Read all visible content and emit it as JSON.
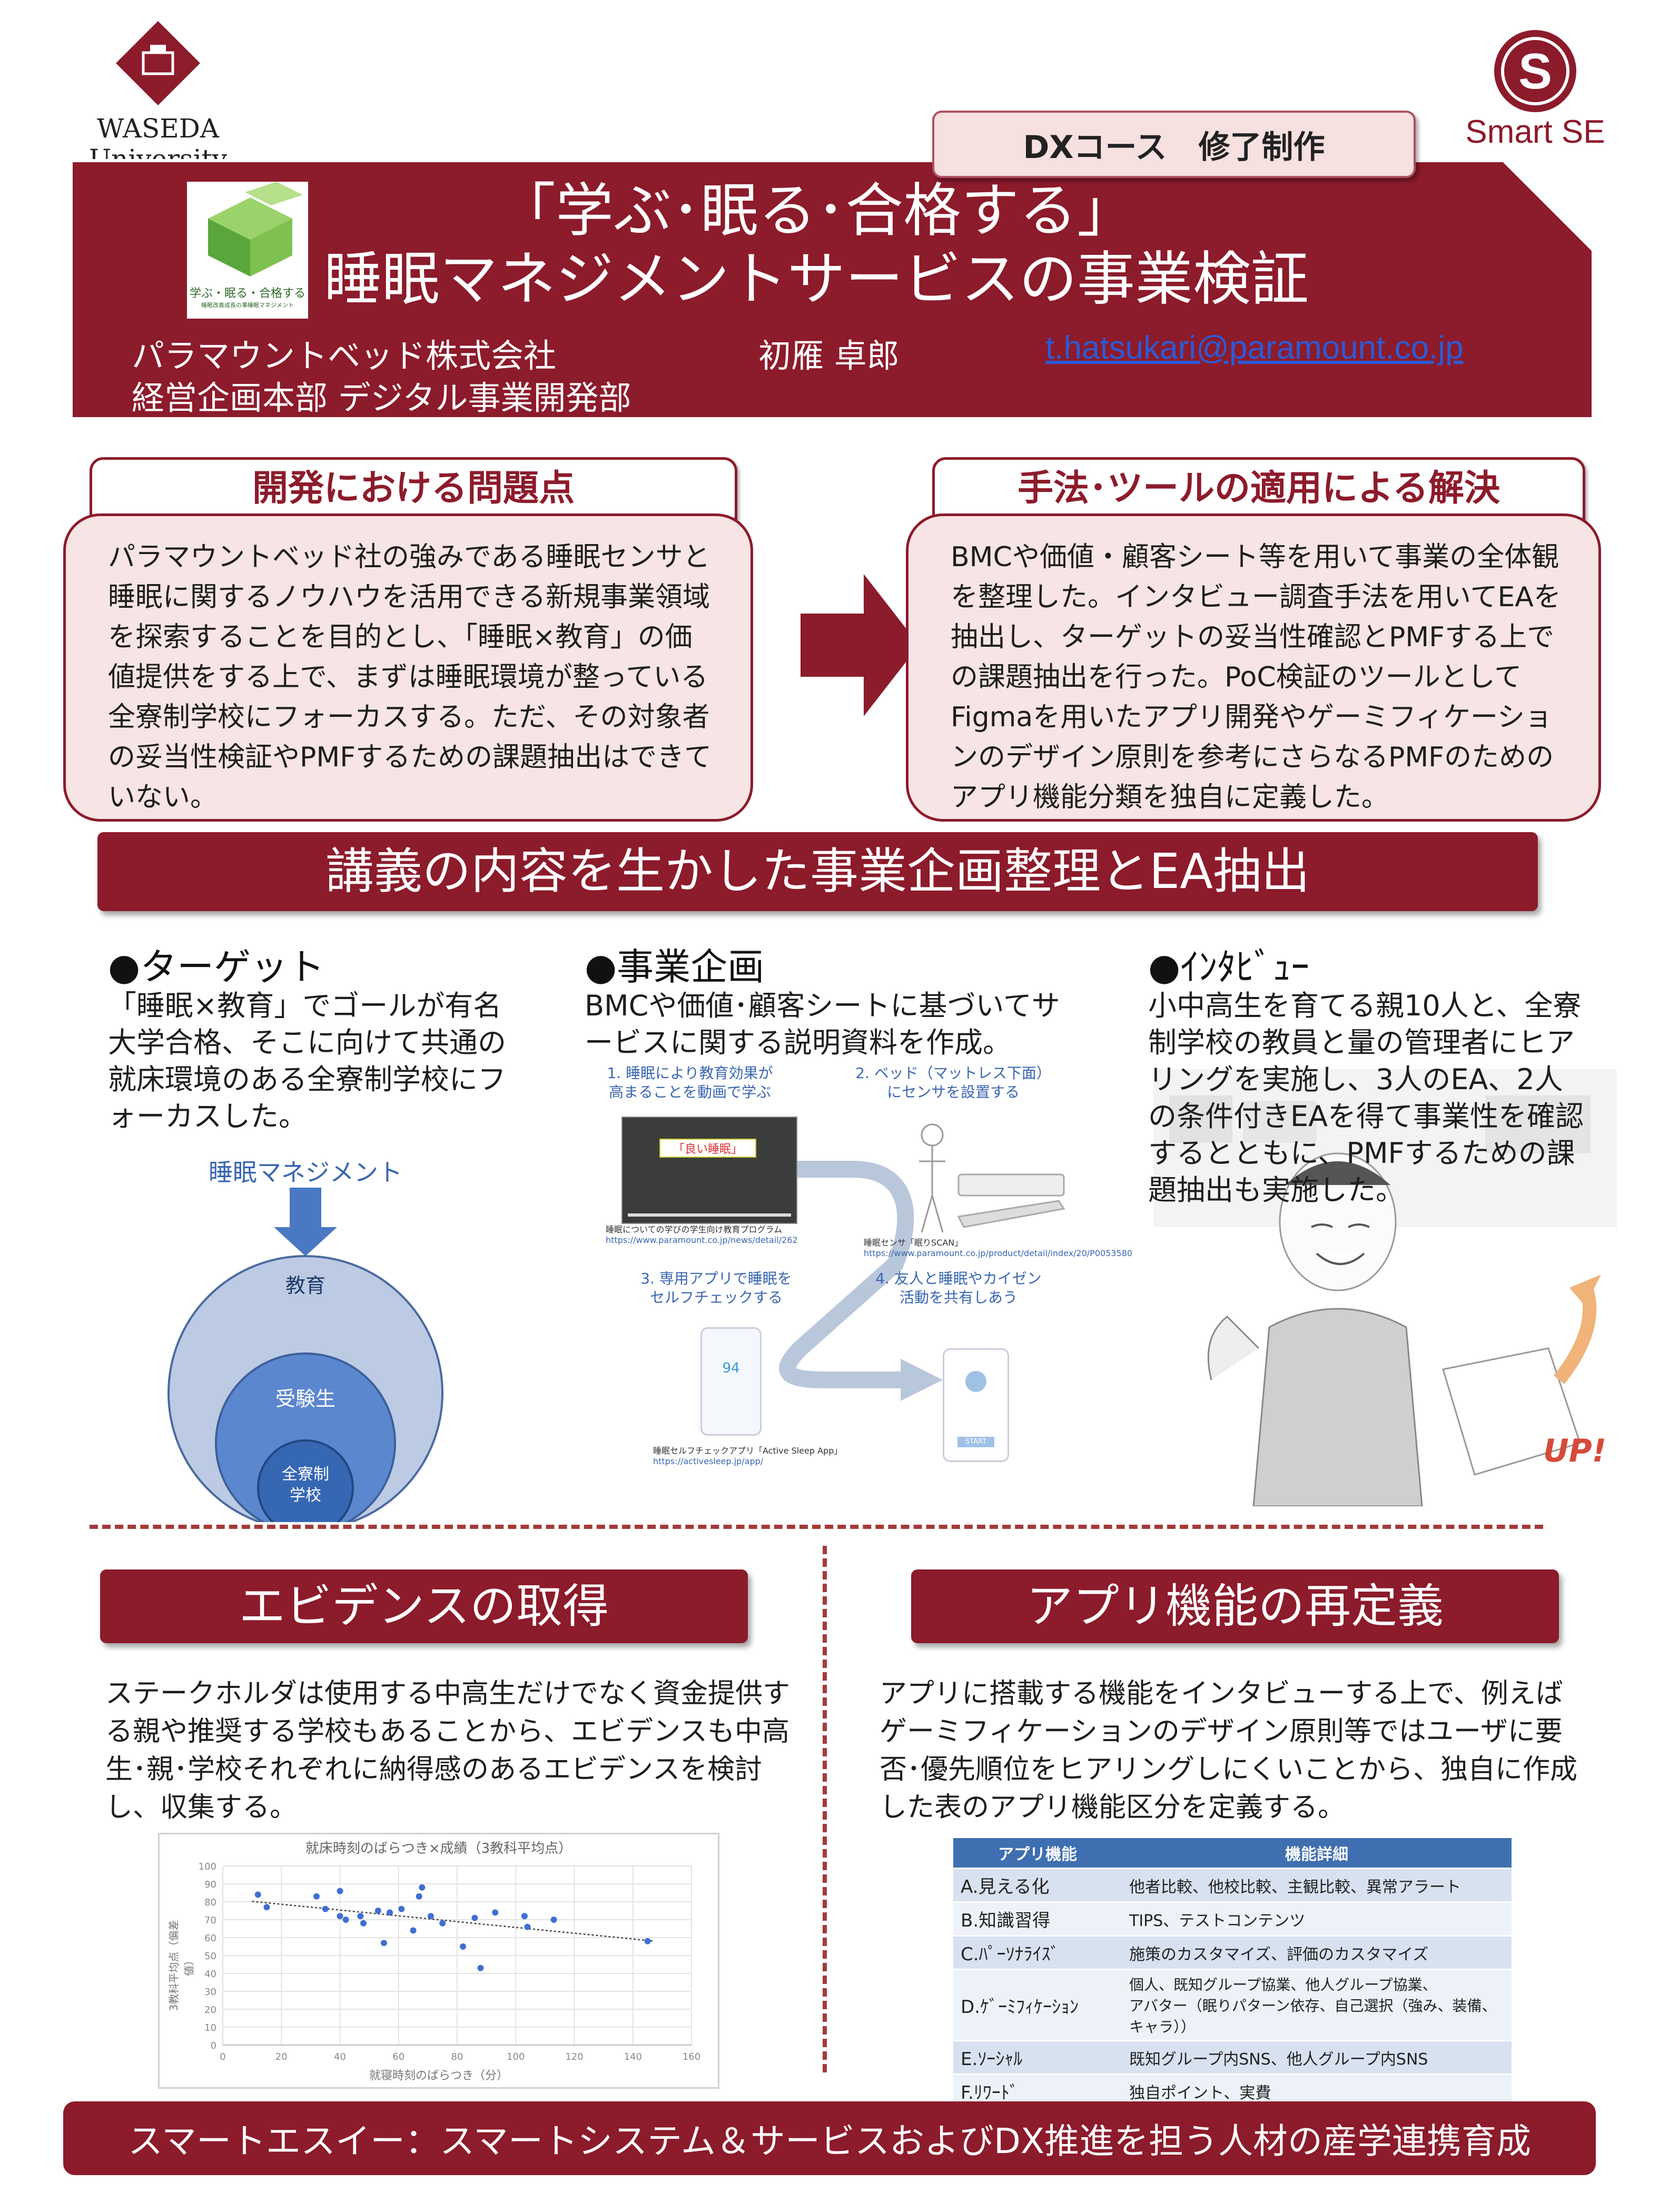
{
  "header": {
    "university": "WASEDA University",
    "smartse_logo": "Smart SE",
    "course_badge": "DXコース　修了制作",
    "logo_caption_1": "学ぶ・眠る・合格する",
    "logo_caption_2": "睡眠改善成長の事睡眠マネジメント",
    "title_line1": "「学ぶ･眠る･合格する」",
    "title_line2": "睡眠マネジメントサービスの事業検証",
    "company": "パラマウントベッド株式会社",
    "department": "経営企画本部 デジタル事業開発部",
    "author": "初雁 卓郎",
    "email": "t.hatsukari@paramount.co.jp"
  },
  "problem": {
    "heading": "開発における問題点",
    "body": "パラマウントベッド社の強みである睡眠センサと睡眠に関するノウハウを活用できる新規事業領域を探索することを目的とし、「睡眠×教育」の価値提供をする上で、まずは睡眠環境が整っている全寮制学校にフォーカスする。ただ、その対象者の妥当性検証やPMFするための課題抽出はできていない。"
  },
  "solution": {
    "heading": "手法･ツールの適用による解決",
    "body": "BMCや価値・顧客シート等を用いて事業の全体観を整理した。インタビュー調査手法を用いてEAを抽出し、ターゲットの妥当性確認とPMFする上での課題抽出を行った。PoC検証のツールとしてFigmaを用いたアプリ開発やゲーミフィケーションのデザイン原則を参考にさらなるPMFのためのアプリ機能分類を独自に定義した。"
  },
  "planning_banner": "講義の内容を生かした事業企画整理とEA抽出",
  "target": {
    "heading": "●ターゲット",
    "body": "「睡眠×教育」でゴールが有名大学合格、そこに向けて共通の就床環境のある全寮制学校にフォーカスした。",
    "diagram_label": "睡眠マネジメント",
    "circle_outer": "教育",
    "circle_mid": "受験生",
    "circle_inner": "全寮制\n学校"
  },
  "business": {
    "heading": "●事業企画",
    "body": "BMCや価値･顧客シートに基づいてサービスに関する説明資料を作成。",
    "step1": "1. 睡眠により教育効果が\n高まることを動画で学ぶ",
    "step2": "2. ベッド（マットレス下面）\nにセンサを設置する",
    "step3": "3. 専用アプリで睡眠を\nセルフチェックする",
    "step4": "4. 友人と睡眠やカイゼン\n活動を共有しあう",
    "video_caption": "睡眠についての学びの学生向け教育プログラム",
    "video_url": "https://www.paramount.co.jp/news/detail/262",
    "sensor_caption": "睡眠センサ「眠りSCAN」",
    "sensor_url": "https://www.paramount.co.jp/product/detail/index/20/P0053580",
    "app_caption": "睡眠セルフチェックアプリ「Active Sleep App」",
    "app_url": "https://activesleep.jp/app/",
    "video_title": "「良い睡眠」",
    "app_score": "94",
    "app_start": "START"
  },
  "interview": {
    "heading": "●ｲﾝﾀﾋﾞｭｰ",
    "body": "小中高生を育てる親10人と、全寮制学校の教員と量の管理者にヒアリングを実施し、3人のEA、2人の条件付きEAを得て事業性を確認するとともに、PMFするための課題抽出も実施した。",
    "up_text": "UP!"
  },
  "evidence": {
    "heading": "エビデンスの取得",
    "body": "ステークホルダは使用する中高生だけでなく資金提供する親や推奨する学校もあることから、エビデンスも中高生･親･学校それぞれに納得感のあるエビデンスを検討し、収集する。"
  },
  "chart_data": {
    "type": "scatter",
    "title": "就床時刻のばらつき×成績（3教科平均点）",
    "xlabel": "就寝時刻のばらつき（分）",
    "ylabel": "3教科平均点（偏差値）",
    "xlim": [
      0,
      160
    ],
    "ylim": [
      0,
      100
    ],
    "xticks": [
      0,
      20,
      40,
      60,
      80,
      100,
      120,
      140,
      160
    ],
    "yticks": [
      0,
      10,
      20,
      30,
      40,
      50,
      60,
      70,
      80,
      90,
      100
    ],
    "grid": true,
    "trendline": true,
    "points": [
      [
        12,
        84
      ],
      [
        15,
        77
      ],
      [
        32,
        83
      ],
      [
        35,
        76
      ],
      [
        40,
        72
      ],
      [
        40,
        86
      ],
      [
        42,
        70
      ],
      [
        47,
        72
      ],
      [
        48,
        68
      ],
      [
        53,
        75
      ],
      [
        55,
        57
      ],
      [
        57,
        74
      ],
      [
        61,
        76
      ],
      [
        65,
        64
      ],
      [
        67,
        83
      ],
      [
        68,
        88
      ],
      [
        71,
        72
      ],
      [
        75,
        68
      ],
      [
        82,
        55
      ],
      [
        86,
        71
      ],
      [
        88,
        43
      ],
      [
        93,
        74
      ],
      [
        103,
        72
      ],
      [
        104,
        66
      ],
      [
        113,
        70
      ],
      [
        145,
        58
      ]
    ]
  },
  "app_redefine": {
    "heading": "アプリ機能の再定義",
    "body": "アプリに搭載する機能をインタビューする上で、例えばゲーミフィケーションのデザイン原則等ではユーザに要否･優先順位をヒアリングしにくいことから、独自に作成した表のアプリ機能区分を定義する。",
    "table_headers": [
      "アプリ機能",
      "機能詳細"
    ],
    "table_rows": [
      [
        "A.見える化",
        "他者比較、他校比較、主観比較、異常アラート"
      ],
      [
        "B.知識習得",
        "TIPS、テストコンテンツ"
      ],
      [
        "C.ﾊﾟｰｿﾅﾗｲｽﾞ",
        "施策のカスタマイズ、評価のカスタマイズ"
      ],
      [
        "D.ｹﾞｰﾐﾌｨｹｰｼｮﾝ",
        "個人、既知グループ協業、他人グループ協業、\nアバター（眠りパターン依存、自己選択（強み、装備、キャラ））"
      ],
      [
        "E.ｿｰｼｬﾙ",
        "既知グループ内SNS、他人グループ内SNS"
      ],
      [
        "F.ﾘﾜｰﾄﾞ",
        "独自ポイント、実費"
      ]
    ]
  },
  "footer": "スマートエスイー：スマートシステム＆サービスおよびDX推進を担う人材の産学連携育成",
  "colors": {
    "maroon": "#8c1b2b",
    "pink": "#f7e4e4",
    "blue_outer": "#bccbe3",
    "blue_mid": "#5b87cf",
    "blue_inner": "#3667b3",
    "table_header": "#3f6fb0"
  }
}
